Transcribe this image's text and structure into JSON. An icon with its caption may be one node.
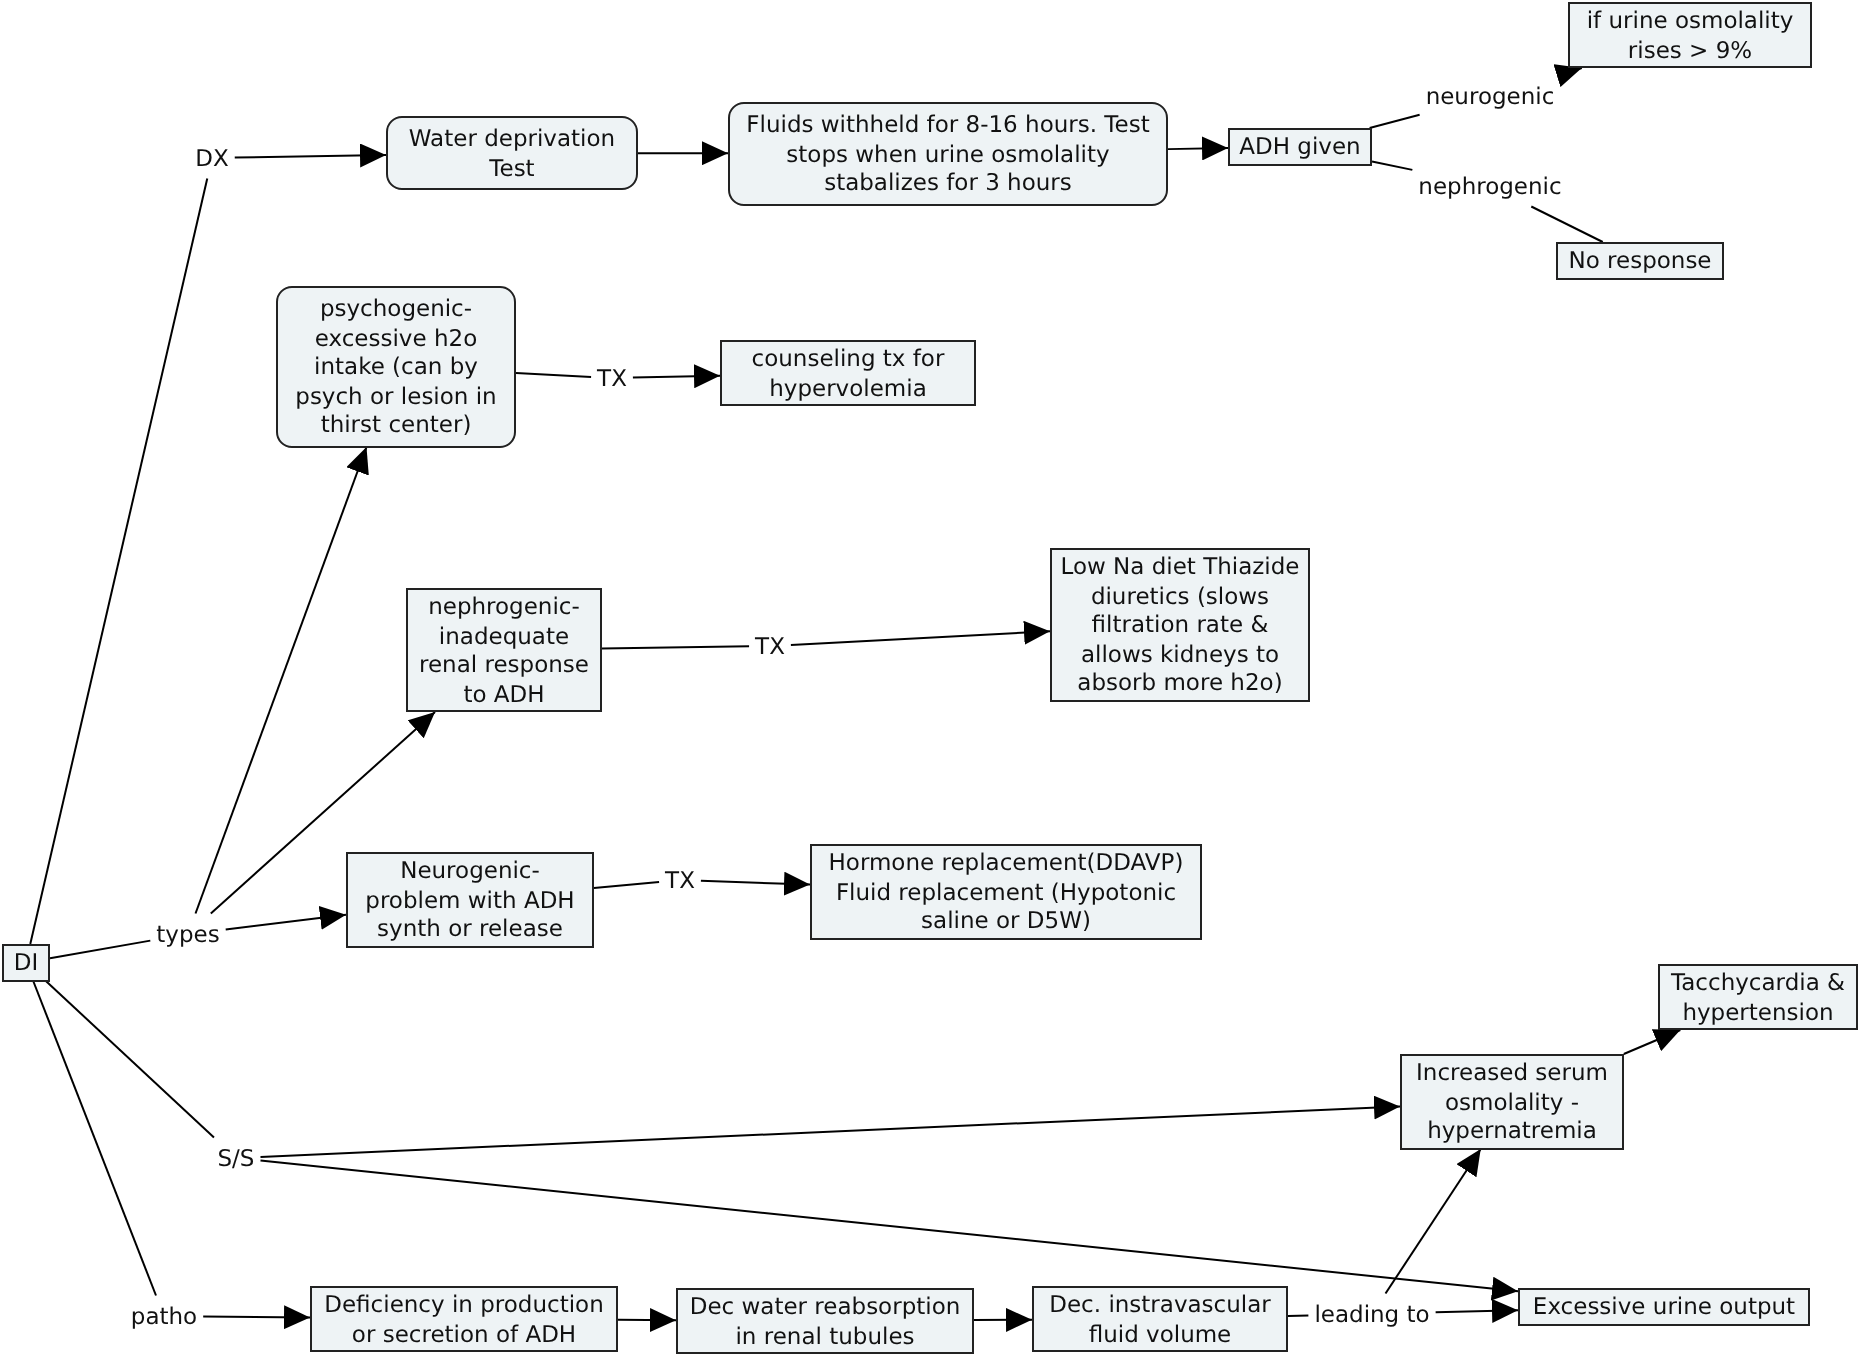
{
  "diagram": {
    "nodes": [
      {
        "text": [
          "DI"
        ]
      },
      {
        "text": [
          "DX"
        ]
      },
      {
        "text": [
          "Water deprivation Test"
        ]
      },
      {
        "text": [
          "Fluids withheld for 8-16 hours. Test stops when urine osmolality stabalizes for 3 hours"
        ]
      },
      {
        "text": [
          "ADH given"
        ]
      },
      {
        "text": [
          "neurogenic"
        ]
      },
      {
        "text": [
          "if urine osmolality rises > 9%"
        ]
      },
      {
        "text": [
          "nephrogenic"
        ]
      },
      {
        "text": [
          "No response"
        ]
      },
      {
        "text": [
          "psychogenic- excessive h2o intake (can by psych or lesion in thirst center)"
        ]
      },
      {
        "text": [
          "TX"
        ]
      },
      {
        "text": [
          "counseling tx for hypervolemia"
        ]
      },
      {
        "text": [
          "nephrogenic- inadequate renal response to ADH"
        ]
      },
      {
        "text": [
          "TX"
        ]
      },
      {
        "text": [
          "Low Na diet Thiazide diuretics (slows filtration rate & allows kidneys to absorb more h2o)"
        ]
      },
      {
        "text": [
          "types"
        ]
      },
      {
        "text": [
          "Neurogenic- problem with ADH synth or release"
        ]
      },
      {
        "text": [
          "TX"
        ]
      },
      {
        "text": [
          "Hormone replacement(DDAVP) Fluid replacement (Hypotonic saline or D5W)"
        ]
      },
      {
        "text": [
          "S/S"
        ]
      },
      {
        "text": [
          "Increased serum osmolality -hypernatremia"
        ]
      },
      {
        "text": [
          "Tacchycardia & hypertension"
        ]
      },
      {
        "text": [
          "Excessive urine output"
        ]
      },
      {
        "text": [
          "patho"
        ]
      },
      {
        "text": [
          "Deficiency in production or secretion of ADH"
        ]
      },
      {
        "text": [
          "Dec water reabsorption in renal tubules"
        ]
      },
      {
        "text": [
          "Dec. instravascular fluid volume"
        ]
      },
      {
        "text": [
          "leading to"
        ]
      }
    ],
    "edges": [
      {
        "from": 0,
        "to": 1,
        "arrow": "none"
      },
      {
        "from": 1,
        "to": 2,
        "arrow": "to"
      },
      {
        "from": 2,
        "to": 3,
        "arrow": "to"
      },
      {
        "from": 3,
        "to": 4,
        "arrow": "to"
      },
      {
        "from": 4,
        "to": 5,
        "arrow": "none"
      },
      {
        "from": 5,
        "to": 6,
        "arrow": "to"
      },
      {
        "from": 4,
        "to": 7,
        "arrow": "none"
      },
      {
        "from": 7,
        "to": 8,
        "arrow": "none"
      },
      {
        "from": 0,
        "to": 15,
        "arrow": "none"
      },
      {
        "from": 15,
        "to": 9,
        "arrow": "to"
      },
      {
        "from": 15,
        "to": 12,
        "arrow": "to"
      },
      {
        "from": 15,
        "to": 16,
        "arrow": "to"
      },
      {
        "from": 9,
        "to": 10,
        "arrow": "none"
      },
      {
        "from": 10,
        "to": 11,
        "arrow": "to"
      },
      {
        "from": 12,
        "to": 13,
        "arrow": "none"
      },
      {
        "from": 13,
        "to": 14,
        "arrow": "to"
      },
      {
        "from": 16,
        "to": 17,
        "arrow": "none"
      },
      {
        "from": 17,
        "to": 18,
        "arrow": "to"
      },
      {
        "from": 0,
        "to": 19,
        "arrow": "none"
      },
      {
        "from": 19,
        "to": 20,
        "arrow": "to"
      },
      {
        "from": 19,
        "to": 22,
        "arrow": "to"
      },
      {
        "from": 0,
        "to": 23,
        "arrow": "none"
      },
      {
        "from": 23,
        "to": 24,
        "arrow": "to"
      },
      {
        "from": 24,
        "to": 25,
        "arrow": "to"
      },
      {
        "from": 25,
        "to": 26,
        "arrow": "to"
      },
      {
        "from": 26,
        "to": 27,
        "arrow": "none"
      },
      {
        "from": 27,
        "to": 22,
        "arrow": "to"
      },
      {
        "from": 27,
        "to": 20,
        "arrow": "to"
      },
      {
        "from": 20,
        "to": 21,
        "arrow": "to"
      }
    ]
  }
}
